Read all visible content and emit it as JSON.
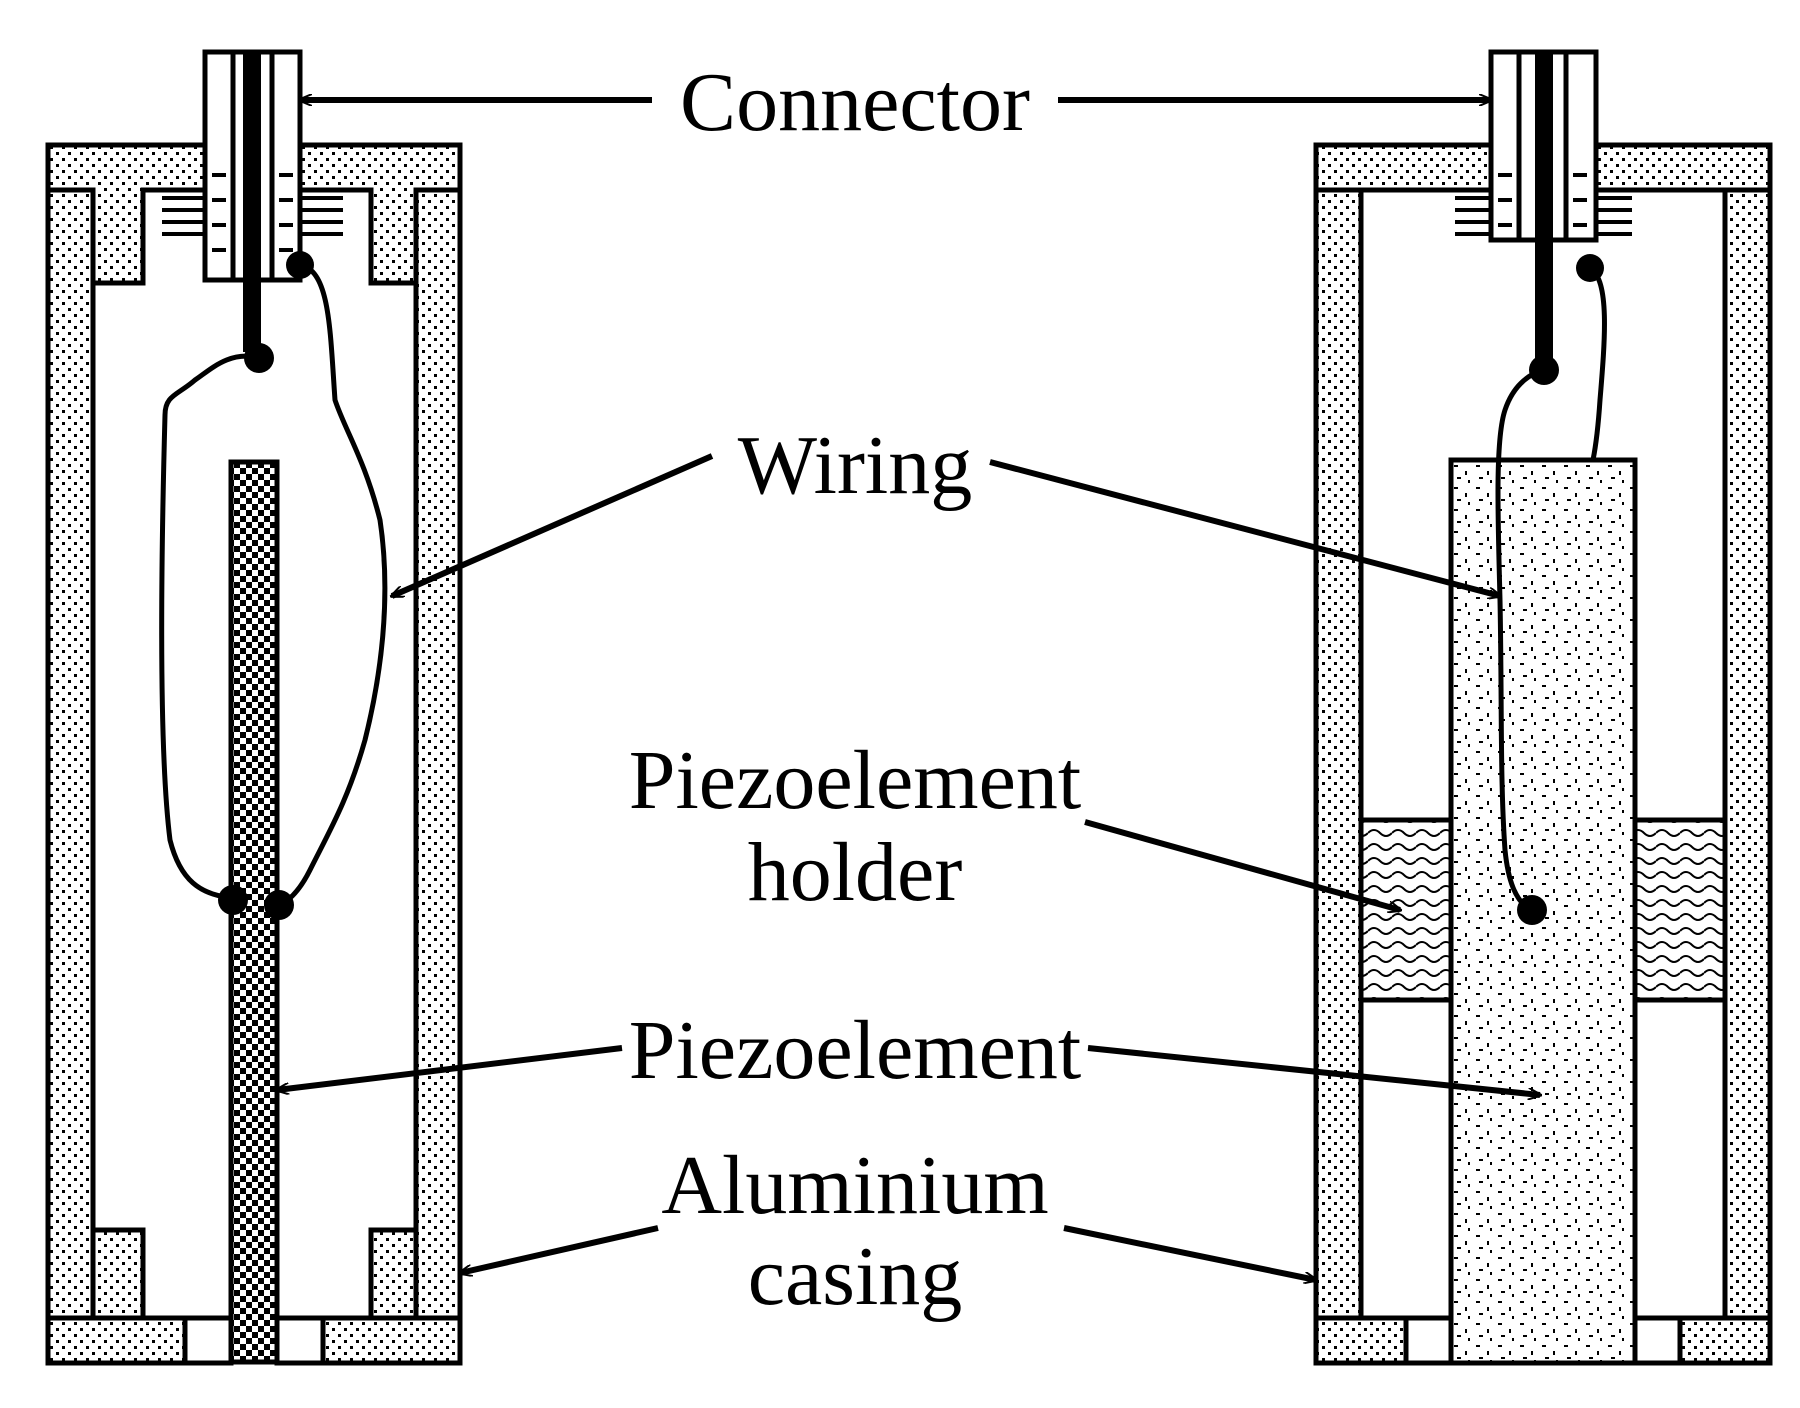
{
  "labels": {
    "connector": "Connector",
    "wiring": "Wiring",
    "holder_line1": "Piezoelement",
    "holder_line2": "holder",
    "piezoelement": "Piezoelement",
    "casing_line1": "Aluminium",
    "casing_line2": "casing"
  },
  "colors": {
    "ink": "#000000",
    "paper": "#ffffff"
  },
  "patterns": {
    "casing": "fine-dots",
    "piezo_left": "checker",
    "piezo_right": "scattered-dashes",
    "holder": "wavy"
  }
}
